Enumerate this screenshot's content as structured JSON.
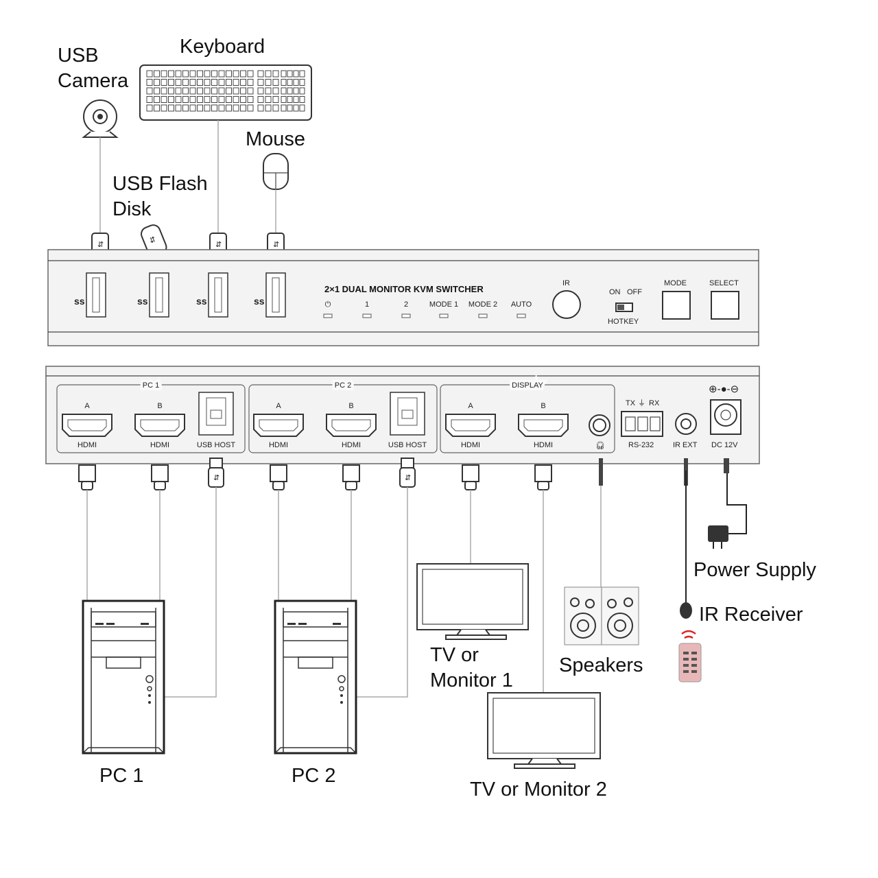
{
  "peripherals": {
    "usb_camera": "USB\nCamera",
    "keyboard": "Keyboard",
    "mouse": "Mouse",
    "usb_flash_disk": "USB Flash\nDisk"
  },
  "front_panel": {
    "title": "2×1 DUAL MONITOR KVM SWITCHER",
    "leds": [
      "⏻",
      "1",
      "2",
      "MODE 1",
      "MODE 2",
      "AUTO"
    ],
    "ir": "IR",
    "hotkey_on": "ON",
    "hotkey_off": "OFF",
    "hotkey": "HOTKEY",
    "mode": "MODE",
    "select": "SELECT"
  },
  "rear_panel": {
    "groups": [
      "PC 1",
      "PC 2",
      "DISPLAY"
    ],
    "port_a": "A",
    "port_b": "B",
    "hdmi": "HDMI",
    "usb_host": "USB HOST",
    "rs232_tx": "TX",
    "rs232_gnd": "⏚",
    "rs232_rx": "RX",
    "rs232": "RS-232",
    "ir_ext": "IR EXT",
    "dc": "DC 12V",
    "polarity": "⊕-●-⊖"
  },
  "devices": {
    "pc1": "PC 1",
    "pc2": "PC 2",
    "monitor1": "TV or\nMonitor 1",
    "monitor2": "TV or Monitor 2",
    "speakers": "Speakers",
    "power_supply": "Power Supply",
    "ir_receiver": "IR Receiver"
  }
}
